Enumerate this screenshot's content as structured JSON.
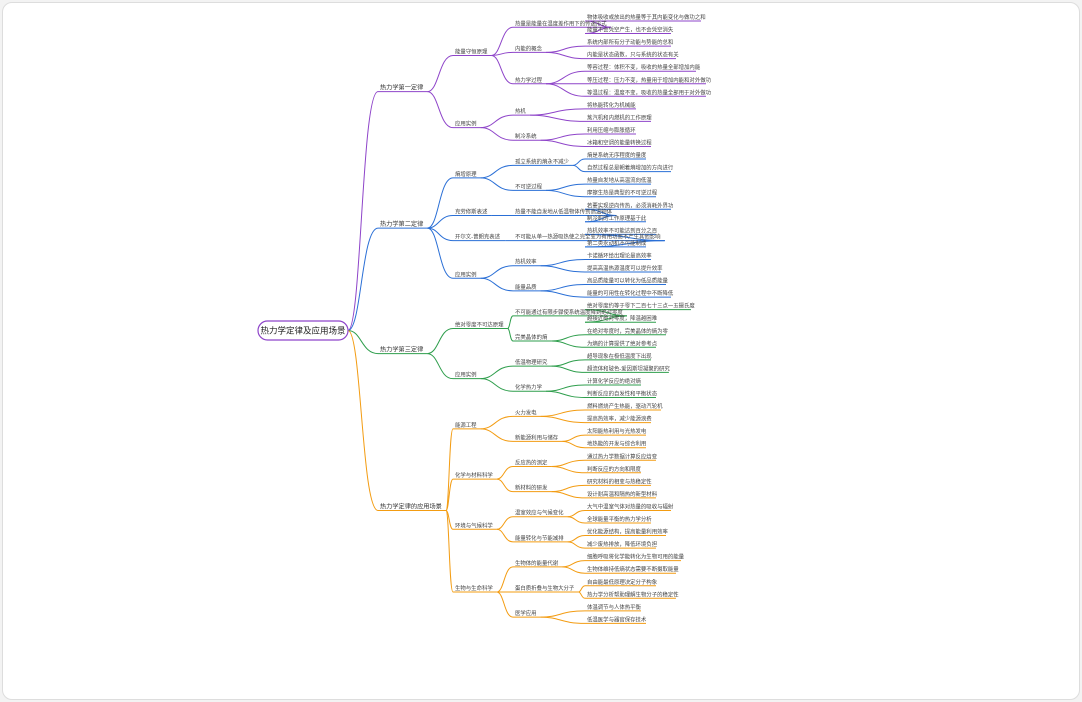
{
  "root": "热力学定律及应用场景",
  "colors": [
    "#8e44c9",
    "#2a6fd6",
    "#2e9e4c",
    "#f39c12"
  ],
  "branches": [
    {
      "label": "热力学第一定律",
      "children": [
        {
          "label": "能量守恒原理",
          "children": [
            {
              "label": "热量是能量在温度差作用下的传递形式",
              "children": [
                {
                  "label": "物体吸收或放出的热量等于其内能变化与做功之和"
                },
                {
                  "label": "能量不会凭空产生，也不会凭空消失"
                }
              ]
            },
            {
              "label": "内能的概念",
              "children": [
                {
                  "label": "系统内部所有分子动能与势能的总和"
                },
                {
                  "label": "内能是状态函数，只与系统的状态有关"
                }
              ]
            },
            {
              "label": "热力学过程",
              "children": [
                {
                  "label": "等容过程：体积不变，吸收的热量全部增加内能"
                },
                {
                  "label": "等压过程：压力不变，热量用于增加内能和对外做功"
                },
                {
                  "label": "等温过程：温度不变，吸收的热量全部用于对外做功"
                }
              ]
            }
          ]
        },
        {
          "label": "应用实例",
          "children": [
            {
              "label": "热机",
              "children": [
                {
                  "label": "将热能转化为机械能"
                },
                {
                  "label": "蒸汽机和内燃机的工作原理"
                }
              ]
            },
            {
              "label": "制冷系统",
              "children": [
                {
                  "label": "利用压缩与膨胀循环"
                },
                {
                  "label": "冰箱和空调的能量转换过程"
                }
              ]
            }
          ]
        }
      ]
    },
    {
      "label": "热力学第二定律",
      "children": [
        {
          "label": "熵增原理",
          "children": [
            {
              "label": "孤立系统的熵永不减少",
              "children": [
                {
                  "label": "熵是系统无序程度的量度"
                },
                {
                  "label": "自然过程总是朝着熵增加的方向进行"
                }
              ]
            },
            {
              "label": "不可逆过程",
              "children": [
                {
                  "label": "热量自发地从高温流向低温"
                },
                {
                  "label": "摩擦生热是典型的不可逆过程"
                }
              ]
            }
          ]
        },
        {
          "label": "克劳修斯表述",
          "children": [
            {
              "label": "热量不能自发地从低温物体传到高温物体",
              "children": [
                {
                  "label": "若要实现逆向传热，必须消耗外界功"
                },
                {
                  "label": "制冷机的工作原理基于此"
                }
              ]
            }
          ]
        },
        {
          "label": "开尔文-普朗克表述",
          "children": [
            {
              "label": "不可能从单一热源吸热使之完全变为有用功而不产生其他影响",
              "children": [
                {
                  "label": "热机效率不可能达到百分之百"
                },
                {
                  "label": "第二类永动机不可能制成"
                }
              ]
            }
          ]
        },
        {
          "label": "应用实例",
          "children": [
            {
              "label": "热机效率",
              "children": [
                {
                  "label": "卡诺循环给出理论最高效率"
                },
                {
                  "label": "提高高温热源温度可以提升效率"
                }
              ]
            },
            {
              "label": "能量品质",
              "children": [
                {
                  "label": "高品质能量可以转化为低品质能量"
                },
                {
                  "label": "能量的可用性在转化过程中不断降低"
                }
              ]
            }
          ]
        }
      ]
    },
    {
      "label": "热力学第三定律",
      "children": [
        {
          "label": "绝对零度不可达原理",
          "children": [
            {
              "label": "不可能通过有限步骤使系统温度降到绝对零度",
              "children": [
                {
                  "label": "绝对零度约等于零下二百七十三点一五摄氏度"
                },
                {
                  "label": "越接近绝对零度，降温越困难"
                }
              ]
            },
            {
              "label": "完美晶体的熵",
              "children": [
                {
                  "label": "在绝对零度时，完美晶体的熵为零"
                },
                {
                  "label": "为熵的计算提供了绝对参考点"
                }
              ]
            }
          ]
        },
        {
          "label": "应用实例",
          "children": [
            {
              "label": "低温物理研究",
              "children": [
                {
                  "label": "超导现象在极低温度下出现"
                },
                {
                  "label": "超流体和玻色-爱因斯坦凝聚的研究"
                }
              ]
            },
            {
              "label": "化学热力学",
              "children": [
                {
                  "label": "计算化学反应的绝对熵"
                },
                {
                  "label": "判断反应的自发性和平衡状态"
                }
              ]
            }
          ]
        }
      ]
    },
    {
      "label": "热力学定律的应用场景",
      "children": [
        {
          "label": "能源工程",
          "children": [
            {
              "label": "火力发电",
              "children": [
                {
                  "label": "燃料燃烧产生热能，驱动汽轮机"
                },
                {
                  "label": "提高热效率，减少能源浪费"
                }
              ]
            },
            {
              "label": "新能源利用与储存",
              "children": [
                {
                  "label": "太阳能热利用与光热发电"
                },
                {
                  "label": "地热能的开发与综合利用"
                }
              ]
            }
          ]
        },
        {
          "label": "化学与材料科学",
          "children": [
            {
              "label": "反应热的测定",
              "children": [
                {
                  "label": "通过热力学数据计算反应焓变"
                },
                {
                  "label": "判断反应的方向和限度"
                }
              ]
            },
            {
              "label": "新材料的研发",
              "children": [
                {
                  "label": "研究材料的相变与热稳定性"
                },
                {
                  "label": "设计耐高温和隔热的新型材料"
                }
              ]
            }
          ]
        },
        {
          "label": "环境与气候科学",
          "children": [
            {
              "label": "温室效应与气候变化",
              "children": [
                {
                  "label": "大气中温室气体对热量的吸收与辐射"
                },
                {
                  "label": "全球能量平衡的热力学分析"
                }
              ]
            },
            {
              "label": "能量转化与节能减排",
              "children": [
                {
                  "label": "优化能源结构，提高能量利用效率"
                },
                {
                  "label": "减少废热排放，降低环境负担"
                }
              ]
            }
          ]
        },
        {
          "label": "生物与生命科学",
          "children": [
            {
              "label": "生物体的能量代谢",
              "children": [
                {
                  "label": "细胞呼吸将化学能转化为生物可用的能量"
                },
                {
                  "label": "生物体维持低熵状态需要不断摄取能量"
                }
              ]
            },
            {
              "label": "蛋白质折叠与生物大分子",
              "children": [
                {
                  "label": "自由能最低原理决定分子构象"
                },
                {
                  "label": "热力学分析帮助理解生物分子的稳定性"
                }
              ]
            },
            {
              "label": "医学应用",
              "children": [
                {
                  "label": "体温调节与人体热平衡"
                },
                {
                  "label": "低温医学与器官保存技术"
                }
              ]
            }
          ]
        }
      ]
    }
  ]
}
